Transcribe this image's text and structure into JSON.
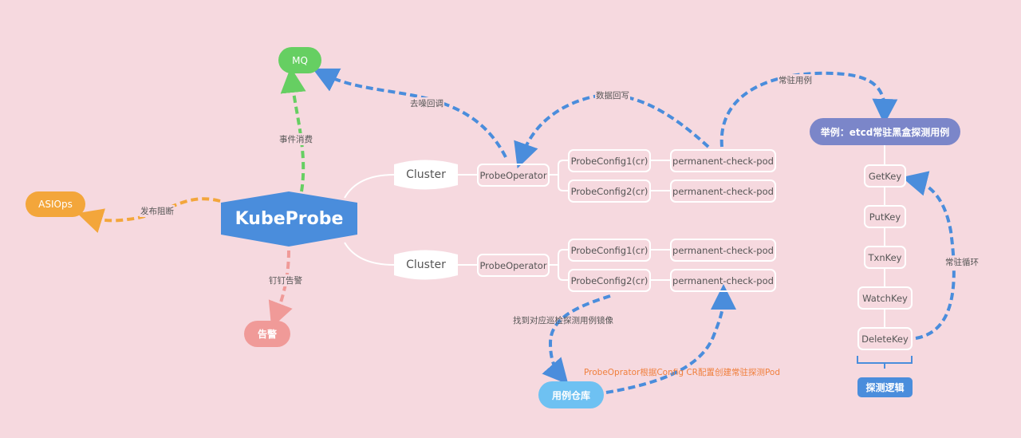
{
  "colors": {
    "background": "#f6d9df",
    "kubeprobe": "#4a8ddc",
    "mq": "#66cf62",
    "asiops": "#f3a63b",
    "alert": "#f09a98",
    "case_repo": "#6ec1f2",
    "example": "#7b86c9",
    "probe_logic": "#4a8ddc",
    "arrow_blue": "#4a8ddc",
    "annotation_orange": "#f07f3c"
  },
  "central": {
    "label": "KubeProbe"
  },
  "targets": {
    "mq": "MQ",
    "asiops": "ASIOps",
    "alert": "告警",
    "case_repo": "用例仓库"
  },
  "edges": {
    "event_consume": "事件消费",
    "release_block": "发布阻断",
    "dingtalk_alert": "钉钉告警",
    "denoise_callback": "去噪回调",
    "data_writeback": "数据回写",
    "resident_case": "常驻用例",
    "find_image": "找到对应巡检探测用例镜像",
    "create_pod": "ProbeOprator根据Config CR配置创建常驻探测Pod",
    "resident_loop": "常驻循环"
  },
  "clusters": [
    {
      "label": "Cluster",
      "operator": "ProbeOperator",
      "configs": [
        {
          "label": "ProbeConfig1(cr)",
          "pod": "permanent-check-pod"
        },
        {
          "label": "ProbeConfig2(cr)",
          "pod": "permanent-check-pod"
        }
      ]
    },
    {
      "label": "Cluster",
      "operator": "ProbeOperator",
      "configs": [
        {
          "label": "ProbeConfig1(cr)",
          "pod": "permanent-check-pod"
        },
        {
          "label": "ProbeConfig2(cr)",
          "pod": "permanent-check-pod"
        }
      ]
    }
  ],
  "example": {
    "title": "举例：etcd常驻黑盒探测用例",
    "steps": [
      "GetKey",
      "PutKey",
      "TxnKey",
      "WatchKey",
      "DeleteKey"
    ],
    "summary": "探测逻辑"
  }
}
